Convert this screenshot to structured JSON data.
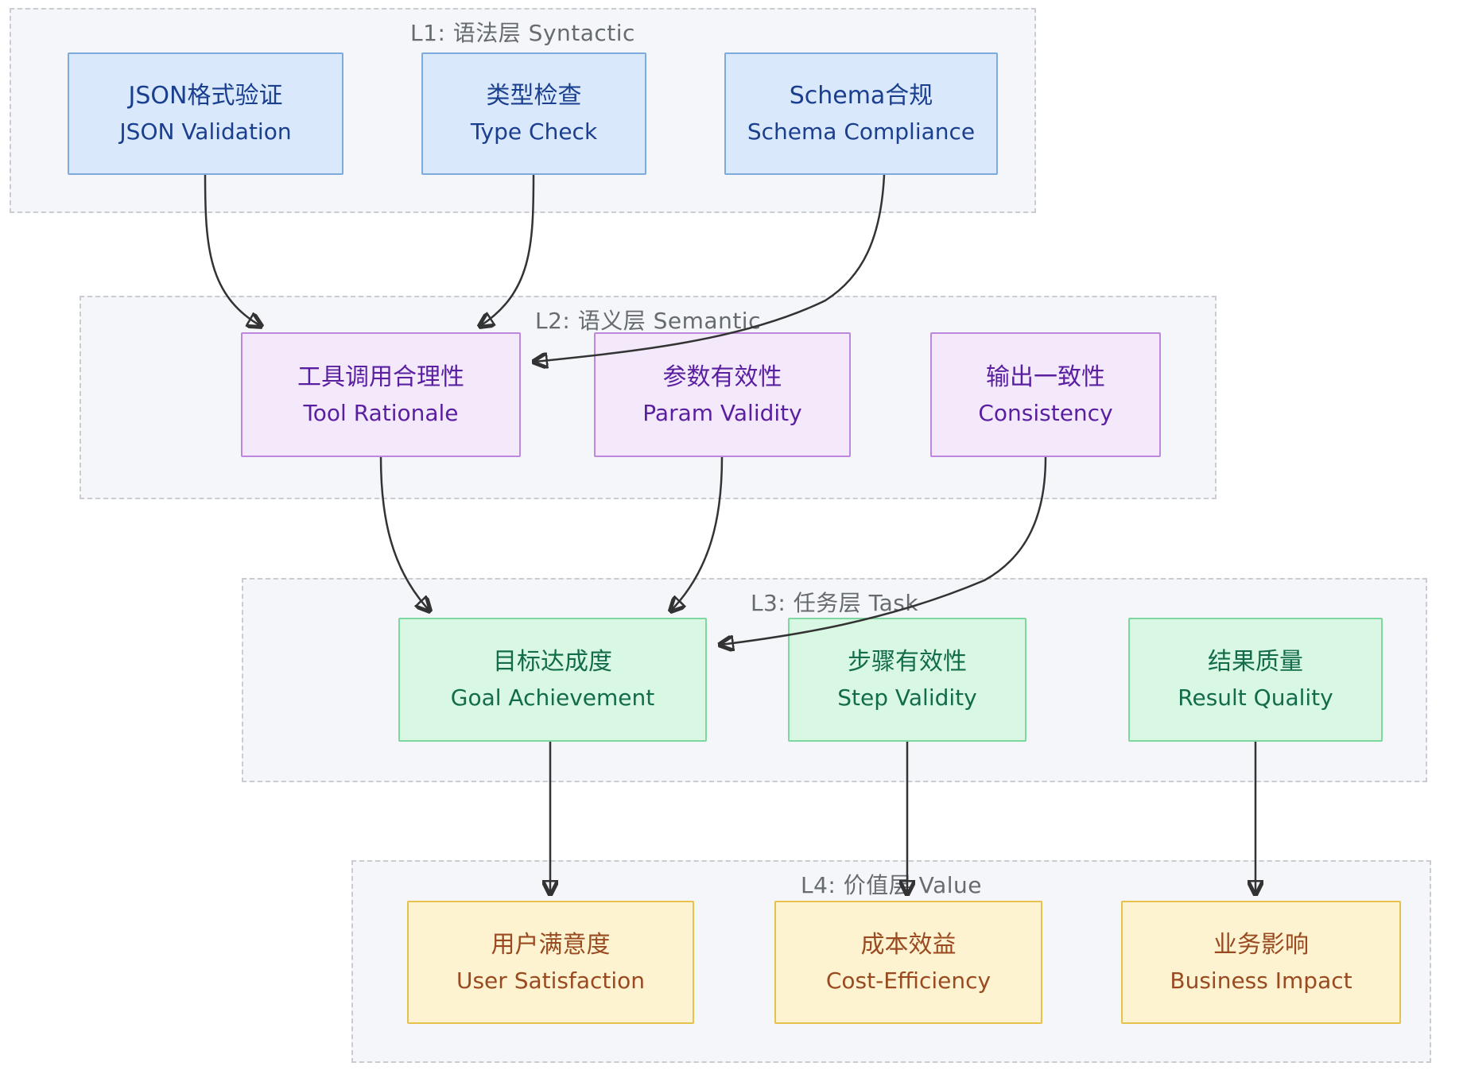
{
  "diagram": {
    "background": "#ffffff",
    "arrow_color": "#333333",
    "cluster_fill": "#f4f6f9",
    "cluster_border": "#c9ccd1",
    "title_color": "#666b70",
    "layers": [
      {
        "id": "L1",
        "title": "L1: 语法层 Syntactic",
        "node_fill": "#d9e8fb",
        "node_border": "#7fabdc",
        "node_text": "#1b3f8f",
        "nodes": [
          {
            "zh": "JSON格式验证",
            "en": "JSON Validation"
          },
          {
            "zh": "类型检查",
            "en": "Type Check"
          },
          {
            "zh": "Schema合规",
            "en": "Schema Compliance"
          }
        ]
      },
      {
        "id": "L2",
        "title": "L2: 语义层 Semantic",
        "node_fill": "#f3e9fb",
        "node_border": "#bd87de",
        "node_text": "#5a1fa0",
        "nodes": [
          {
            "zh": "工具调用合理性",
            "en": "Tool Rationale"
          },
          {
            "zh": "参数有效性",
            "en": "Param Validity"
          },
          {
            "zh": "输出一致性",
            "en": "Consistency"
          }
        ]
      },
      {
        "id": "L3",
        "title": "L3: 任务层 Task",
        "node_fill": "#d9f8e4",
        "node_border": "#7fd7a0",
        "node_text": "#136c49",
        "nodes": [
          {
            "zh": "目标达成度",
            "en": "Goal Achievement"
          },
          {
            "zh": "步骤有效性",
            "en": "Step Validity"
          },
          {
            "zh": "结果质量",
            "en": "Result Quality"
          }
        ]
      },
      {
        "id": "L4",
        "title": "L4: 价值层 Value",
        "node_fill": "#fdf3d0",
        "node_border": "#e6c24c",
        "node_text": "#9a4a21",
        "nodes": [
          {
            "zh": "用户满意度",
            "en": "User Satisfaction"
          },
          {
            "zh": "成本效益",
            "en": "Cost-Efficiency"
          },
          {
            "zh": "业务影响",
            "en": "Business Impact"
          }
        ]
      }
    ],
    "edges": [
      {
        "from": "json-validation",
        "to": "tool-rationale"
      },
      {
        "from": "type-check",
        "to": "tool-rationale"
      },
      {
        "from": "schema-compliance",
        "to": "tool-rationale"
      },
      {
        "from": "tool-rationale",
        "to": "goal-achievement"
      },
      {
        "from": "param-validity",
        "to": "goal-achievement"
      },
      {
        "from": "consistency",
        "to": "goal-achievement"
      },
      {
        "from": "goal-achievement",
        "to": "user-satisfaction"
      },
      {
        "from": "step-validity",
        "to": "cost-efficiency"
      },
      {
        "from": "result-quality",
        "to": "business-impact"
      }
    ]
  }
}
